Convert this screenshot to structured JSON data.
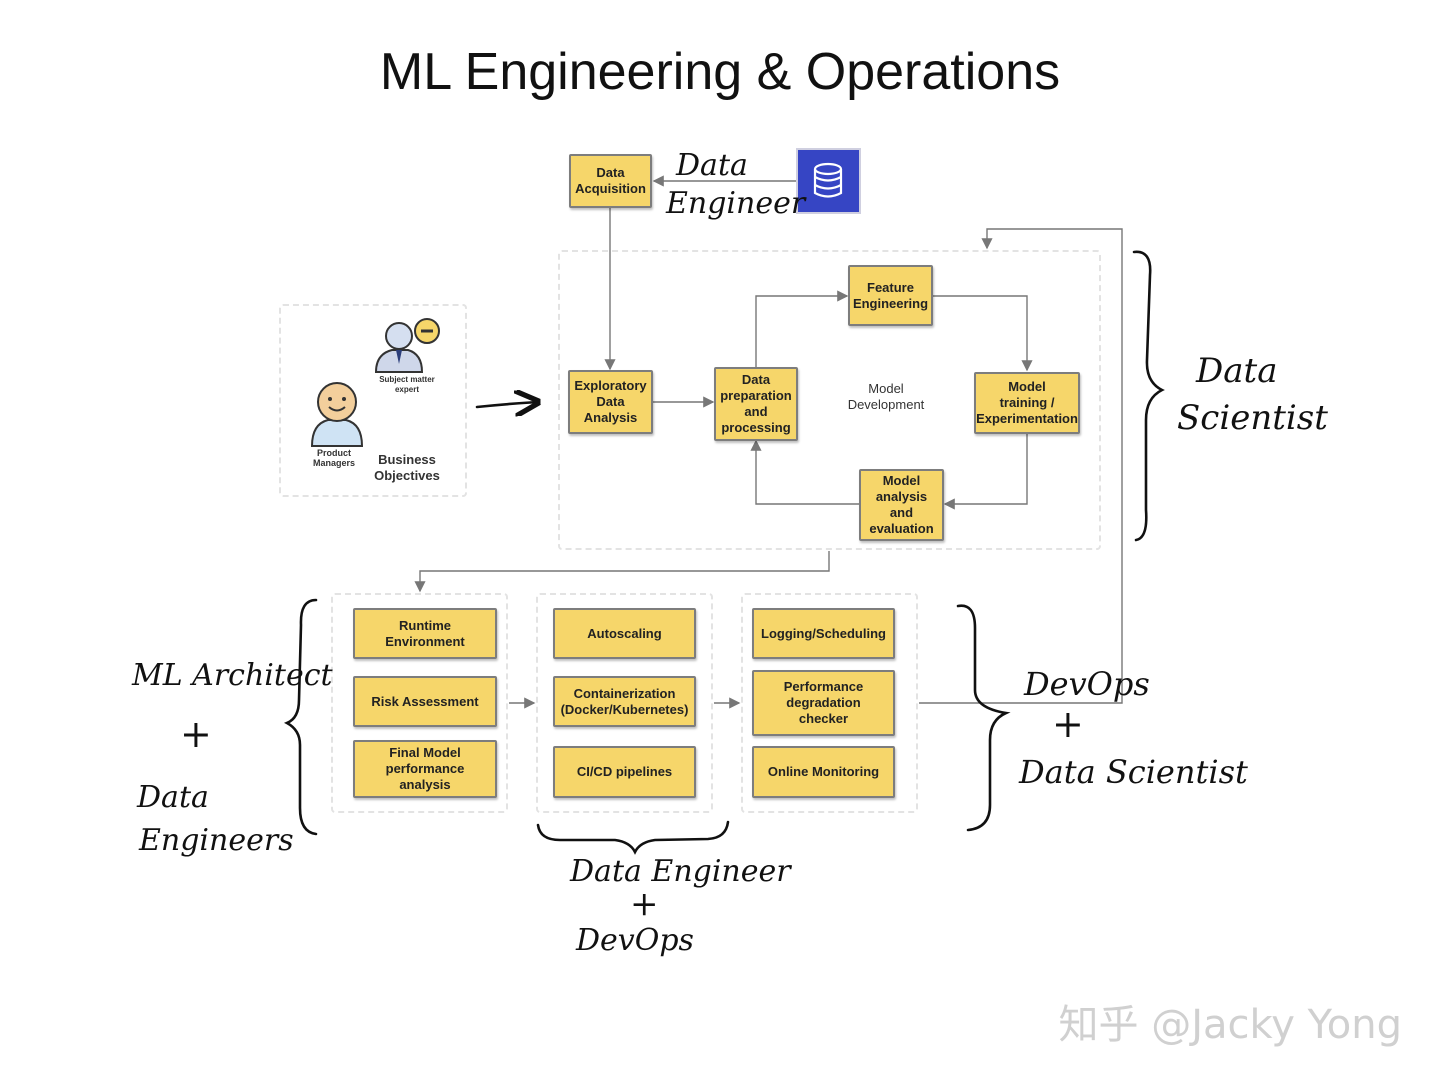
{
  "title": "ML Engineering & Operations",
  "nodes": {
    "data_acquisition": "Data\nAcquisition",
    "eda": "Exploratory\nData\nAnalysis",
    "data_prep": "Data\npreparation\nand\nprocessing",
    "feature_eng": "Feature\nEngineering",
    "model_training": "Model\ntraining /\nExperimentation",
    "model_analysis": "Model\nanalysis\nand\nevaluation",
    "runtime_env": "Runtime\nEnvironment",
    "risk_assessment": "Risk Assessment",
    "final_model_perf": "Final Model\nperformance\nanalysis",
    "autoscaling": "Autoscaling",
    "containerization": "Containerization\n(Docker/Kubernetes)",
    "cicd": "CI/CD pipelines",
    "logging": "Logging/Scheduling",
    "perf_degradation": "Performance\ndegradation\nchecker",
    "online_monitoring": "Online Monitoring"
  },
  "labels": {
    "model_development": "Model\nDevelopment",
    "subject_matter_expert": "Subject matter\nexpert",
    "product_managers": "Product\nManagers",
    "business_objectives": "Business\nObjectives"
  },
  "annotations": {
    "data_engineer_top_1": "Data",
    "data_engineer_top_2": "Engineer",
    "data_scientist_1": "Data",
    "data_scientist_2": "Scientist",
    "ml_architect": "ML Architect",
    "plus_left": "+",
    "data_engineers_1": "Data",
    "data_engineers_2": "Engineers",
    "data_engineer_bottom": "Data  Engineer",
    "plus_bottom": "+",
    "devops_bottom": "DevOps",
    "devops_right": "DevOps",
    "plus_right": "+",
    "data_scientist_right": "Data  Scientist"
  },
  "watermark": "知乎 @Jacky Yong",
  "colors": {
    "box_fill": "#f6d66a",
    "box_border": "#7d7d7d",
    "database_icon": "#3645c4",
    "arrow": "#777777",
    "group_border": "#e3e3e3"
  },
  "icons": [
    "database-icon",
    "subject-matter-expert-icon",
    "product-manager-icon"
  ]
}
